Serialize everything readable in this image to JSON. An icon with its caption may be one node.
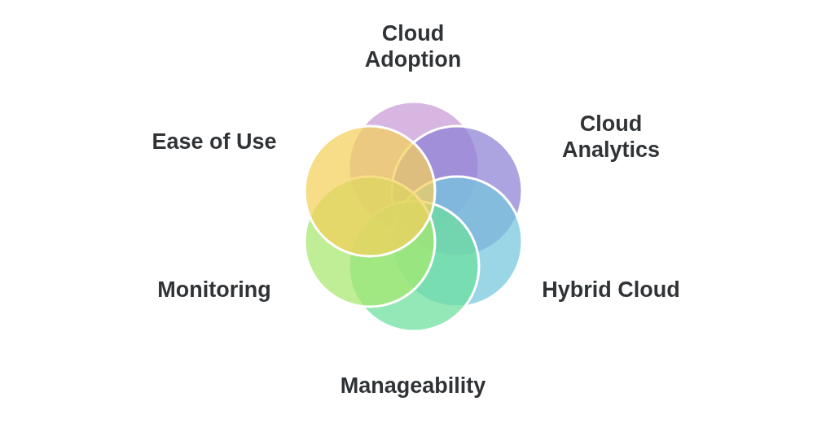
{
  "diagram": {
    "nodes": [
      {
        "text": [
          "Cloud Adoption"
        ]
      },
      {
        "text": [
          "Ease of Use"
        ]
      },
      {
        "text": [
          "Cloud Analytics"
        ]
      },
      {
        "text": [
          "Monitoring"
        ]
      },
      {
        "text": [
          "Hybrid Cloud"
        ]
      },
      {
        "text": [
          "Manageability"
        ]
      }
    ],
    "edges": []
  }
}
